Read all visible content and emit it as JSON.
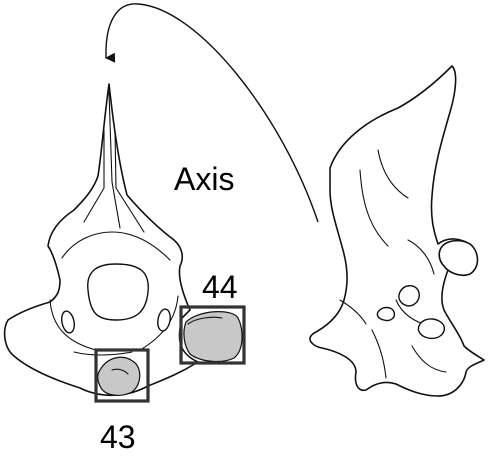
{
  "labels": {
    "axis": "Axis",
    "left_box": "43",
    "right_box": "44"
  },
  "colors": {
    "line": "#111111",
    "facet_fill": "#c8c8c8",
    "box_stroke": "#333333",
    "background": "#ffffff"
  },
  "icons": {
    "arrow": "curved-arrow-icon"
  }
}
